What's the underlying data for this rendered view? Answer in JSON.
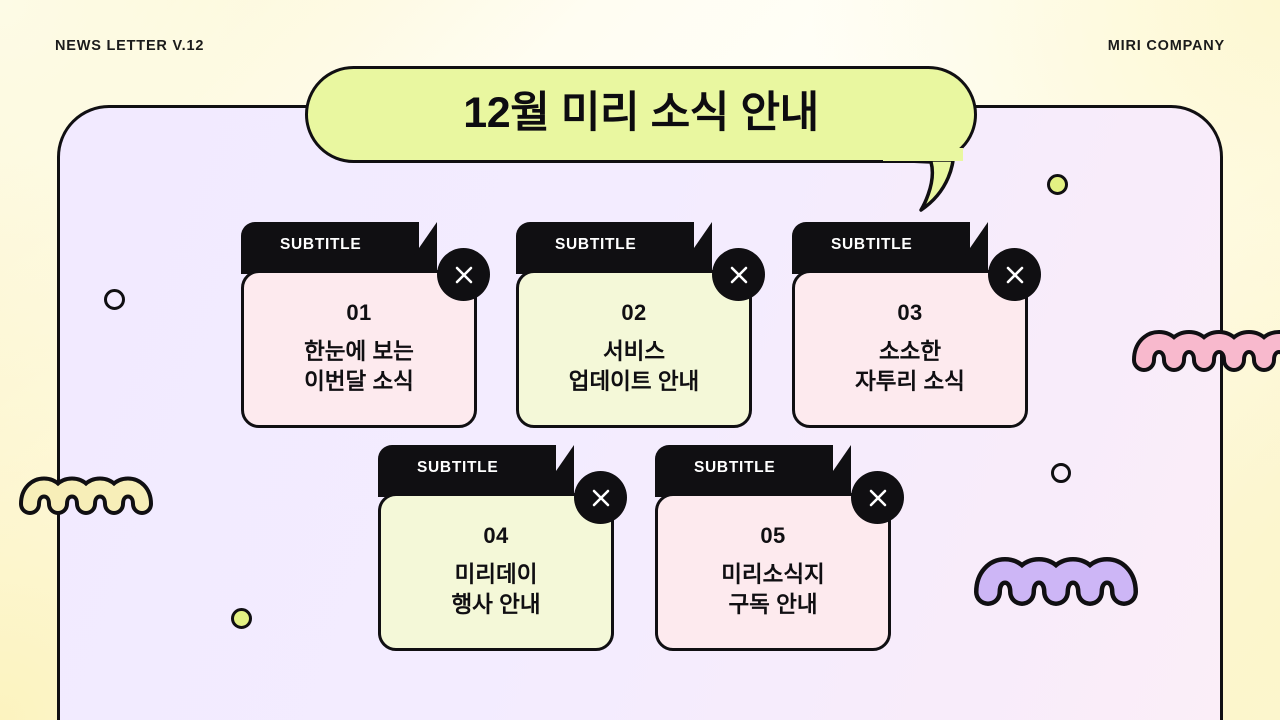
{
  "header": {
    "left": "NEWS LETTER V.12",
    "right": "MIRI COMPANY"
  },
  "title_bubble": {
    "text": "12월 미리 소식 안내",
    "fill": "#e9f7a0",
    "outline": "#100f12"
  },
  "panel": {
    "fill": "#f2eaff",
    "outline": "#100f12"
  },
  "cards": [
    {
      "tab_label": "SUBTITLE",
      "number": "01",
      "line1": "한눈에 보는",
      "line2": "이번달 소식",
      "fill": "#fdeaee",
      "badge_icon": "close-icon"
    },
    {
      "tab_label": "SUBTITLE",
      "number": "02",
      "line1": "서비스",
      "line2": "업데이트 안내",
      "fill": "#f4f8d8",
      "badge_icon": "close-icon"
    },
    {
      "tab_label": "SUBTITLE",
      "number": "03",
      "line1": "소소한",
      "line2": "자투리 소식",
      "fill": "#fdeaee",
      "badge_icon": "close-icon"
    },
    {
      "tab_label": "SUBTITLE",
      "number": "04",
      "line1": "미리데이",
      "line2": "행사 안내",
      "fill": "#f4f8d8",
      "badge_icon": "close-icon"
    },
    {
      "tab_label": "SUBTITLE",
      "number": "05",
      "line1": "미리소식지",
      "line2": "구독 안내",
      "fill": "#fdeaee",
      "badge_icon": "close-icon"
    }
  ],
  "decorations": {
    "squiggle_cream": "#f7eeb8",
    "squiggle_pink": "#f8b9cd",
    "squiggle_purple": "#cdb6f6",
    "dot_lime": "#e3f183",
    "ring_outline": "#100f12"
  }
}
